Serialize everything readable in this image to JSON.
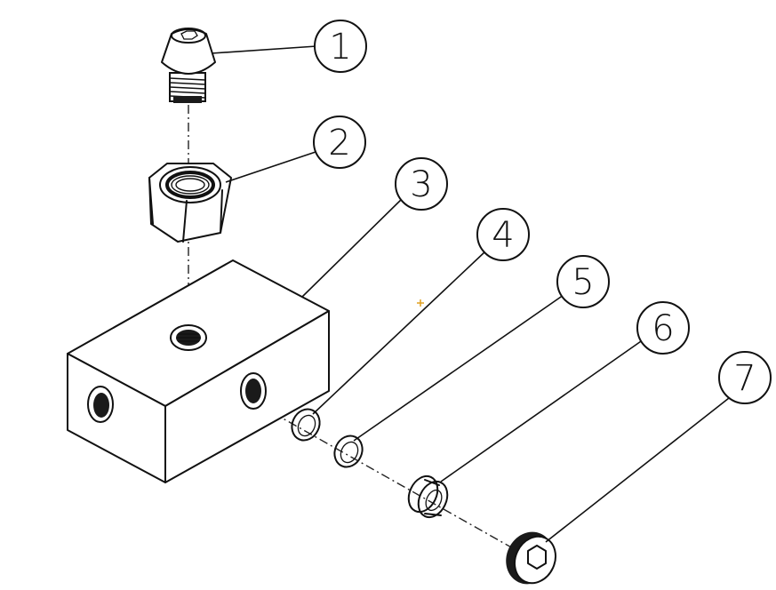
{
  "diagram": {
    "type": "exploded-assembly",
    "balloons": [
      {
        "id": "1",
        "label": "1"
      },
      {
        "id": "2",
        "label": "2"
      },
      {
        "id": "3",
        "label": "3"
      },
      {
        "id": "4",
        "label": "4"
      },
      {
        "id": "5",
        "label": "5"
      },
      {
        "id": "6",
        "label": "6"
      },
      {
        "id": "7",
        "label": "7"
      }
    ]
  }
}
